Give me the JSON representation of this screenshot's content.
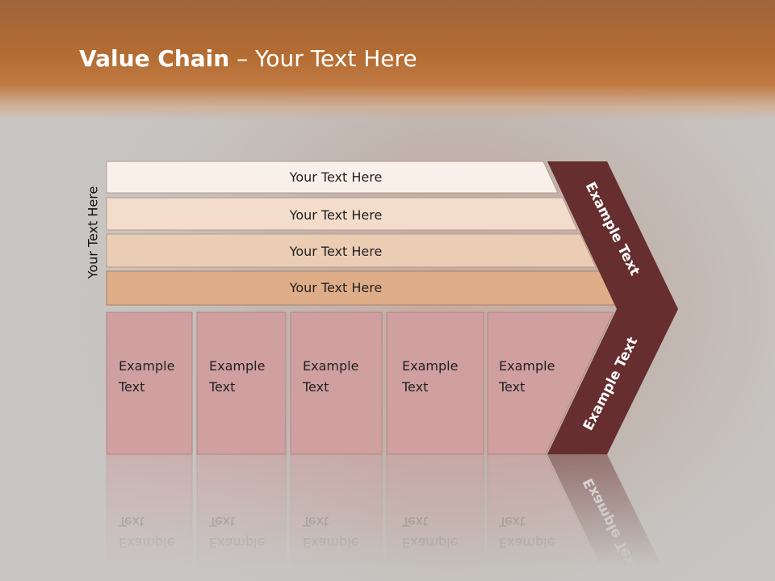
{
  "slide": {
    "title_bold": "Value Chain",
    "title_rest": " – Your Text Here",
    "vertical_label": "Your Text Here"
  },
  "bars": [
    {
      "label": "Your Text Here",
      "color": "#faf0ea"
    },
    {
      "label": "Your Text Here",
      "color": "#f3dccb"
    },
    {
      "label": "Your Text Here",
      "color": "#ebcdb4"
    },
    {
      "label": "Your Text Here",
      "color": "#dfae88"
    }
  ],
  "boxes": [
    {
      "line1": "Example",
      "line2": "Text"
    },
    {
      "line1": "Example",
      "line2": "Text"
    },
    {
      "line1": "Example",
      "line2": "Text"
    },
    {
      "line1": "Example",
      "line2": "Text"
    },
    {
      "line1": "Example",
      "line2": "Text"
    }
  ],
  "chevron": {
    "upper_text": "Example Text",
    "lower_text": "Example Text",
    "color": "#662e2e"
  },
  "colors": {
    "box_fill": "#d09fa0",
    "header": "#b36c32"
  }
}
